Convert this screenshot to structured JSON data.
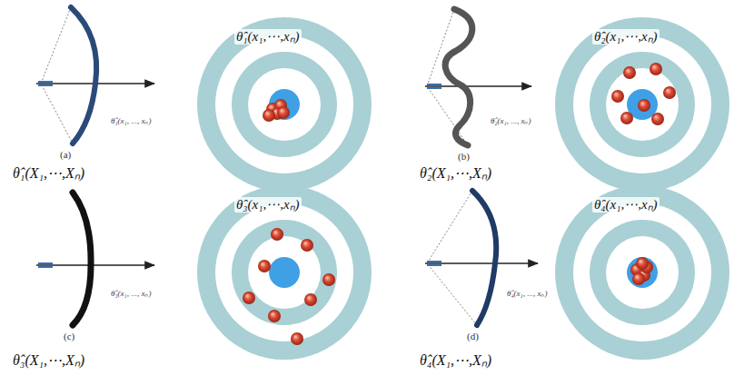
{
  "diagram": {
    "labels": [
      "θ̂₁(x₁,⋯,xₙ)",
      "θ̂₁(x₁, ..., xₙ)",
      "(a)",
      "θ̂₁(X₁,⋯,Xₙ)",
      "θ̂₂(x₁,⋯,xₙ)",
      "θ̂₂(x₁, ..., xₙ)",
      "(b)",
      "θ̂₂(X₁,⋯,Xₙ)",
      "θ̂₃(x₁,⋯,xₙ)",
      "θ̂₃(x₁, ..., xₙ)",
      "(c)",
      "θ̂₃(X₁,⋯,Xₙ)",
      "θ̂₄(x₁,⋯,xₙ)",
      "θ̂₄(x₁, ..., xₙ)",
      "(d)",
      "θ̂₄(X₁,⋯,Xₙ)"
    ]
  }
}
